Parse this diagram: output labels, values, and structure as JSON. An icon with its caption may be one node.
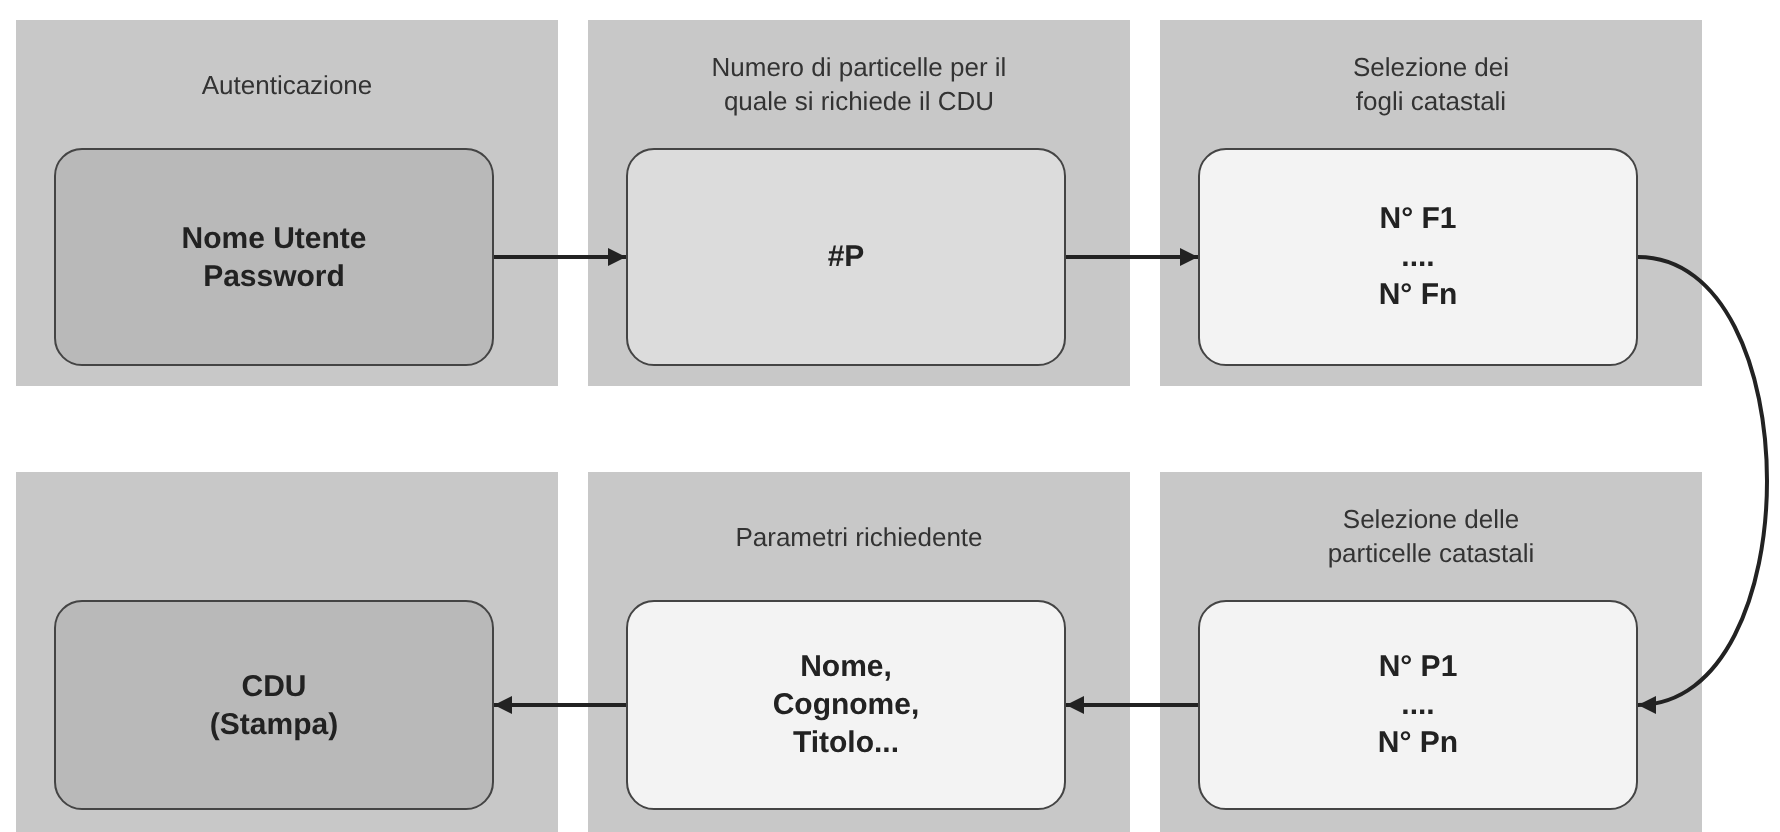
{
  "diagram": {
    "nodes": [
      {
        "text": [
          "Autenticazione"
        ]
      },
      {
        "text": [
          "Nome Utente",
          "Password"
        ],
        "in": 0
      },
      {
        "text": [
          "Numero di particelle per il quale si richiede il CDU"
        ]
      },
      {
        "text": [
          "#P"
        ],
        "in": 2
      },
      {
        "text": [
          "Selezione dei fogli catastali"
        ]
      },
      {
        "text": [
          "N° F1",
          "....",
          "N° Fn"
        ],
        "in": 4
      },
      {
        "text": [],
        "shape": "box"
      },
      {
        "text": [
          "CDU",
          "(Stampa)"
        ],
        "in": 6
      },
      {
        "text": [
          "Parametri richiedente"
        ]
      },
      {
        "text": [
          "Nome,",
          "Cognome,",
          "Titolo..."
        ],
        "in": 8
      },
      {
        "text": [
          "Selezione delle particelle catastali"
        ]
      },
      {
        "text": [
          "N° P1",
          "....",
          "N° Pn"
        ],
        "in": 10
      }
    ],
    "edges": [
      {
        "from": 1,
        "to": 3,
        "arrow": "to"
      },
      {
        "from": 3,
        "to": 5,
        "arrow": "to"
      },
      {
        "from": 5,
        "to": 11,
        "arrow": "to"
      },
      {
        "from": 11,
        "to": 9,
        "arrow": "to"
      },
      {
        "from": 9,
        "to": 7,
        "arrow": "to"
      }
    ]
  }
}
